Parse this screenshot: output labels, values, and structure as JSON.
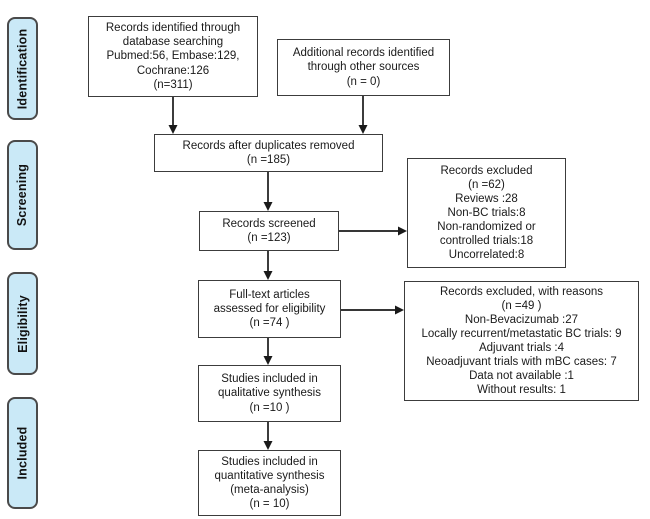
{
  "diagram": {
    "type": "prisma-flow",
    "stages": [
      {
        "label": "Identification"
      },
      {
        "label": "Screening"
      },
      {
        "label": "Eligibility"
      },
      {
        "label": "Included"
      }
    ],
    "boxes": {
      "records_identified": {
        "lines": [
          "Records identified through",
          "database searching",
          "Pubmed:56, Embase:129,",
          "Cochrane:126",
          "(n=311)"
        ]
      },
      "additional_records": {
        "lines": [
          "Additional records identified",
          "through other sources",
          "(n = 0)"
        ]
      },
      "after_duplicates": {
        "lines": [
          "Records after duplicates removed",
          "(n =185)"
        ]
      },
      "records_screened": {
        "lines": [
          "Records screened",
          "(n =123)"
        ]
      },
      "records_excluded": {
        "lines": [
          "Records excluded",
          "(n =62)",
          "Reviews :28",
          "Non-BC trials:8",
          "Non-randomized or",
          "controlled trials:18",
          "Uncorrelated:8"
        ]
      },
      "full_text_assessed": {
        "lines": [
          "Full-text articles",
          "assessed for eligibility",
          "(n =74 )"
        ]
      },
      "excluded_with_reasons": {
        "lines": [
          "Records excluded, with reasons",
          "(n =49 )",
          "Non-Bevacizumab :27",
          "Locally recurrent/metastatic BC trials: 9",
          "Adjuvant trials :4",
          "Neoadjuvant trials with mBC cases: 7",
          "Data not available :1",
          "Without results: 1"
        ]
      },
      "qualitative_synthesis": {
        "lines": [
          "Studies included in",
          "qualitative synthesis",
          "(n =10 )"
        ]
      },
      "quantitative_synthesis": {
        "lines": [
          "Studies included in",
          "quantitative synthesis",
          "(meta-analysis)",
          "(n = 10)"
        ]
      }
    }
  },
  "colors": {
    "stage_bg": "#cae9f7",
    "stage_border": "#4a4a4a",
    "box_border": "#3c3c3c",
    "arrow": "#1a1a1a"
  }
}
